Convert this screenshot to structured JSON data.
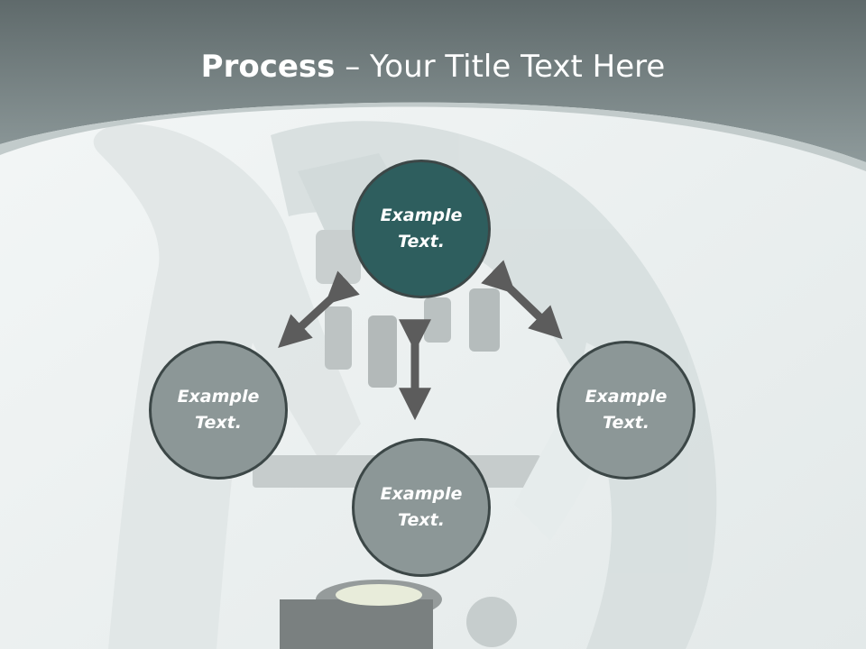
{
  "slide": {
    "title_bold": "Process",
    "title_sep": " – ",
    "title_rest": "Your Title Text Here"
  },
  "nodes": [
    {
      "id": "top",
      "label": "Example Text.",
      "fill": "#2e5e5e"
    },
    {
      "id": "left",
      "label": "Example Text.",
      "fill": "#8c9797"
    },
    {
      "id": "bottom",
      "label": "Example Text.",
      "fill": "#8c9797"
    },
    {
      "id": "right",
      "label": "Example Text.",
      "fill": "#8c9797"
    }
  ],
  "colors": {
    "header": "#7c8a8b",
    "arrow": "#5c5c5c",
    "node_border": "#3c4747"
  }
}
